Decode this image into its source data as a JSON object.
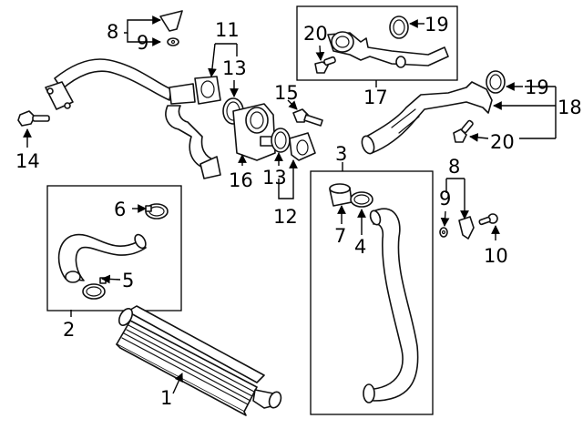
{
  "callouts": {
    "c1": "1",
    "c2": "2",
    "c3": "3",
    "c4": "4",
    "c5": "5",
    "c6": "6",
    "c7": "7",
    "c8a": "8",
    "c8b": "8",
    "c9a": "9",
    "c9b": "9",
    "c10": "10",
    "c11": "11",
    "c12": "12",
    "c13a": "13",
    "c13b": "13",
    "c14": "14",
    "c15": "15",
    "c16": "16",
    "c17": "17",
    "c18": "18",
    "c19a": "19",
    "c19b": "19",
    "c20a": "20",
    "c20b": "20"
  }
}
